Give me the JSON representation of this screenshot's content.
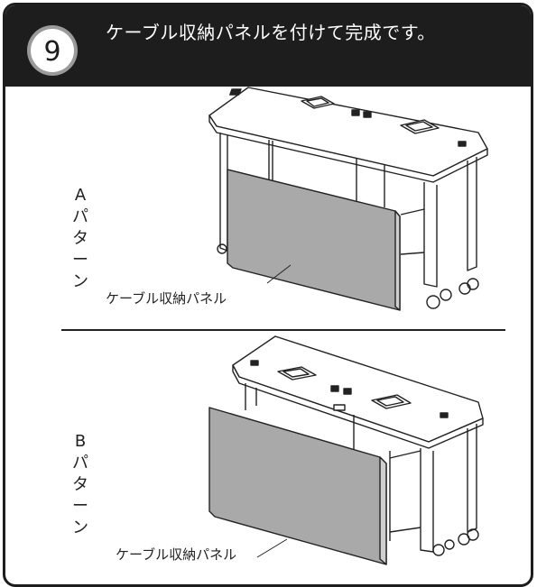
{
  "step": {
    "number": "9",
    "title": "ケーブル収納パネルを付けて完成です。"
  },
  "patterns": [
    {
      "letter": "A",
      "chars": [
        "パ",
        "タ",
        "ー",
        "ン"
      ],
      "callout": "ケーブル収納パネル"
    },
    {
      "letter": "B",
      "chars": [
        "パ",
        "タ",
        "ー",
        "ン"
      ],
      "callout": "ケーブル収納パネル"
    }
  ],
  "colors": {
    "header_bg": "#1d1d1d",
    "panel_fill": "#a9a9a9",
    "line": "#222222"
  }
}
